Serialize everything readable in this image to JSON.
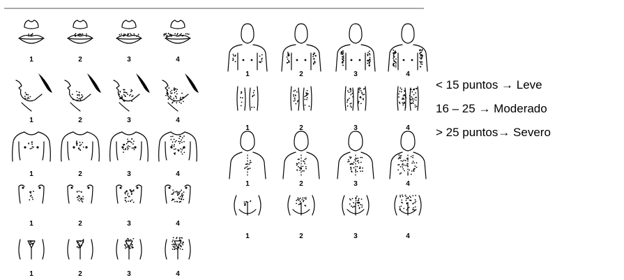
{
  "figure": {
    "scale_labels": [
      "1",
      "2",
      "3",
      "4"
    ],
    "left_panel_rows": [
      "upper-lip",
      "chin",
      "chest",
      "upper-abdomen",
      "lower-abdomen"
    ],
    "right_panel_rows": [
      "arm",
      "thigh",
      "upper-back",
      "lower-back"
    ]
  },
  "legend": {
    "items": [
      "< 15 puntos → Leve",
      "16 – 25 → Moderado",
      "> 25 puntos→ Severo"
    ]
  }
}
